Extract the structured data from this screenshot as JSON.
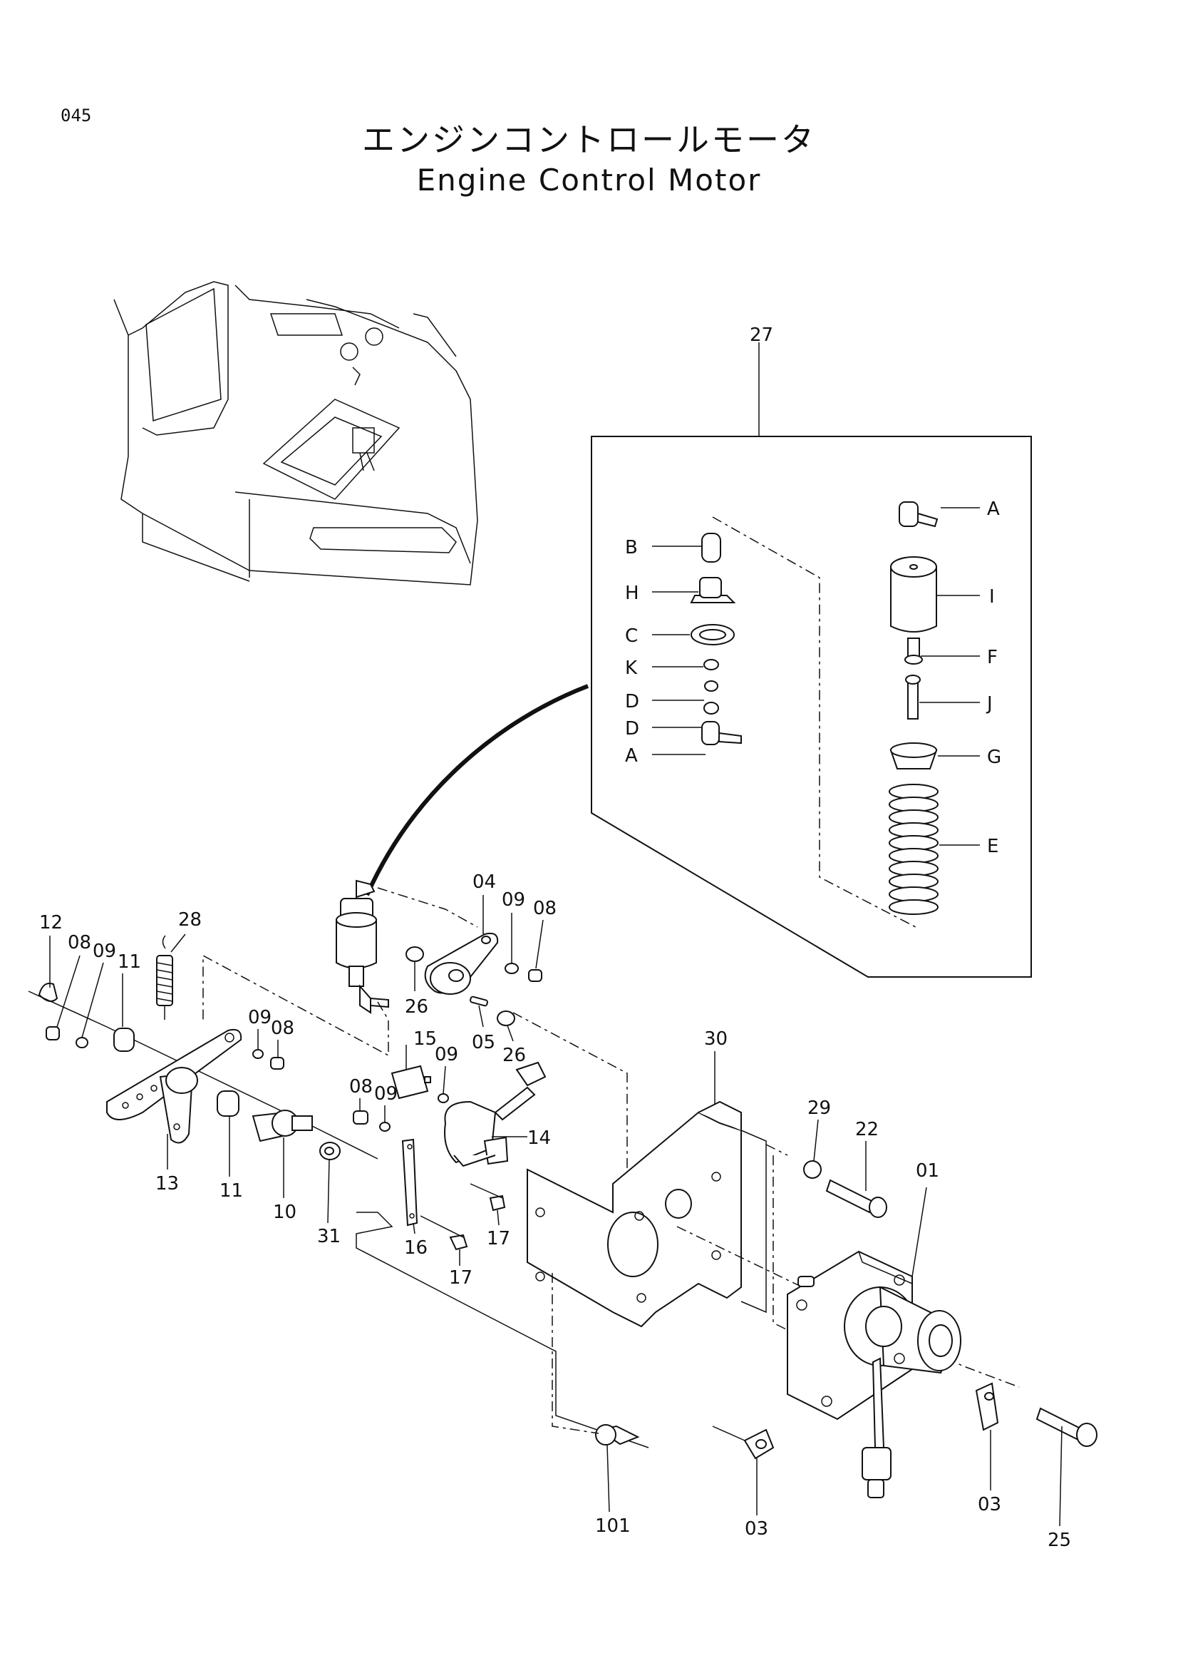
{
  "page_number": "045",
  "title_jp": "エンジンコントロールモータ",
  "title_en": "Engine Control Motor",
  "assembly_label": "27",
  "callouts": {
    "c27": "27",
    "cA1": "A",
    "cB": "B",
    "cH": "H",
    "cC": "C",
    "cK": "K",
    "cD1": "D",
    "cD2": "D",
    "cA2": "A",
    "cI": "I",
    "cF": "F",
    "cJ": "J",
    "cG": "G",
    "cE": "E",
    "c04": "04",
    "c09a": "09",
    "c08a": "08",
    "c12": "12",
    "c08b": "08",
    "c09b": "09",
    "c11a": "11",
    "c28": "28",
    "c09c": "09",
    "c08c": "08",
    "c26a": "26",
    "c15": "15",
    "c09d": "09",
    "c05": "05",
    "c26b": "26",
    "c08d": "08",
    "c09e": "09",
    "c14": "14",
    "c13": "13",
    "c11b": "11",
    "c10": "10",
    "c31": "31",
    "c16": "16",
    "c17a": "17",
    "c17b": "17",
    "c30": "30",
    "c29": "29",
    "c22": "22",
    "c01": "01",
    "c101": "101",
    "c03a": "03",
    "c03b": "03",
    "c25": "25"
  }
}
